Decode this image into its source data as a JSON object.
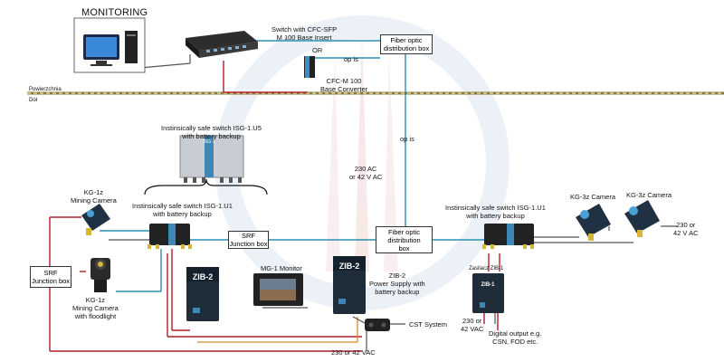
{
  "title": "MONITORING",
  "surface": {
    "upper": "Powierzchnia",
    "lower": "Dół"
  },
  "colors": {
    "fiber": "#2b8fb3",
    "power": "#b21d2a",
    "ethernet": "#555555",
    "orange_cable": "#d88a2b",
    "rail": "#8a7a3a",
    "watermark": "#e8eef7"
  },
  "labels": {
    "switch_sfp": "Switch with CFC-SFP\nM 100 Base Insert",
    "or": "OR",
    "op_is_top": "op is",
    "converter": "CFC-M 100\nBase Converter",
    "op_is_mid": "op is",
    "ac_230_42": "230 AC\nor 42 V AC",
    "isg_u5": "Instinsically safe switch ISG-1.U5\nwith battery backup",
    "kg1z_top": "KG-1z\nMining Camera",
    "isg_u1_left": "Instinsically safe switch ISG-1.U1\nwith battery backup",
    "isg_u1_right": "Instinsically safe switch ISG-1.U1\nwith battery backup",
    "kg3z_a": "KG-3z Camera",
    "kg3z_b": "KG-3z Camera",
    "ac_right": "230 or\n42 V AC",
    "mg1": "MG-1 Monitor",
    "zib2_label": "ZIB-2\nPower Supply with\nbattery backup",
    "kg1z_bottom": "KG-1z\nMining Camera\nwith floodlight",
    "zasilacz": "Zasilacz ZIB-1",
    "cst": "CST System",
    "vac_230_42": "230 or\n42 VAC",
    "digital_out": "Digital output e.g.\nCSN, FOD etc.",
    "vac_bottom": "230 or 42 VAC"
  },
  "boxes": {
    "fiber_top": "Fiber optic\ndistribution box",
    "fiber_mid": "Fiber optic\ndistribution\nbox",
    "srf_mid": "SRF\nJunction box",
    "srf_left": "SRF\nJunction box"
  },
  "device_text": {
    "isg": "ISG-1",
    "zib2": "ZIB-2",
    "zib1": "ZIB-1"
  }
}
